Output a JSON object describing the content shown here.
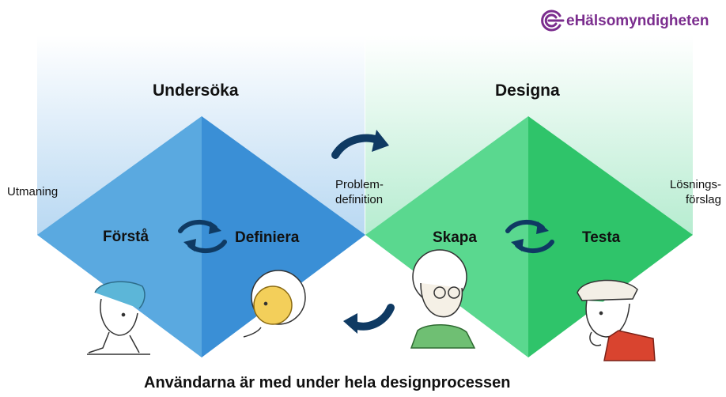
{
  "brand": {
    "logo_text": "eHälsomyndigheten",
    "accent": "#7b2d8e"
  },
  "left_diamond": {
    "heading": "Undersöka",
    "phase_left": "Förstå",
    "phase_right": "Definiera",
    "colors": {
      "left_half": "#5aa9e0",
      "right_half": "#3a8fd6",
      "bg_top": "#cfe3f5"
    }
  },
  "right_diamond": {
    "heading": "Designa",
    "phase_left": "Skapa",
    "phase_right": "Testa",
    "colors": {
      "left_half": "#5ad88f",
      "right_half": "#2fc46a",
      "bg_top": "#c6efd8"
    }
  },
  "labels": {
    "start": "Utmaning",
    "middle_line1": "Problem-",
    "middle_line2": "definition",
    "end_line1": "Lösnings-",
    "end_line2": "förslag"
  },
  "arrow_color": "#0f3a63",
  "footer": "Användarna är med under hela designprocessen"
}
